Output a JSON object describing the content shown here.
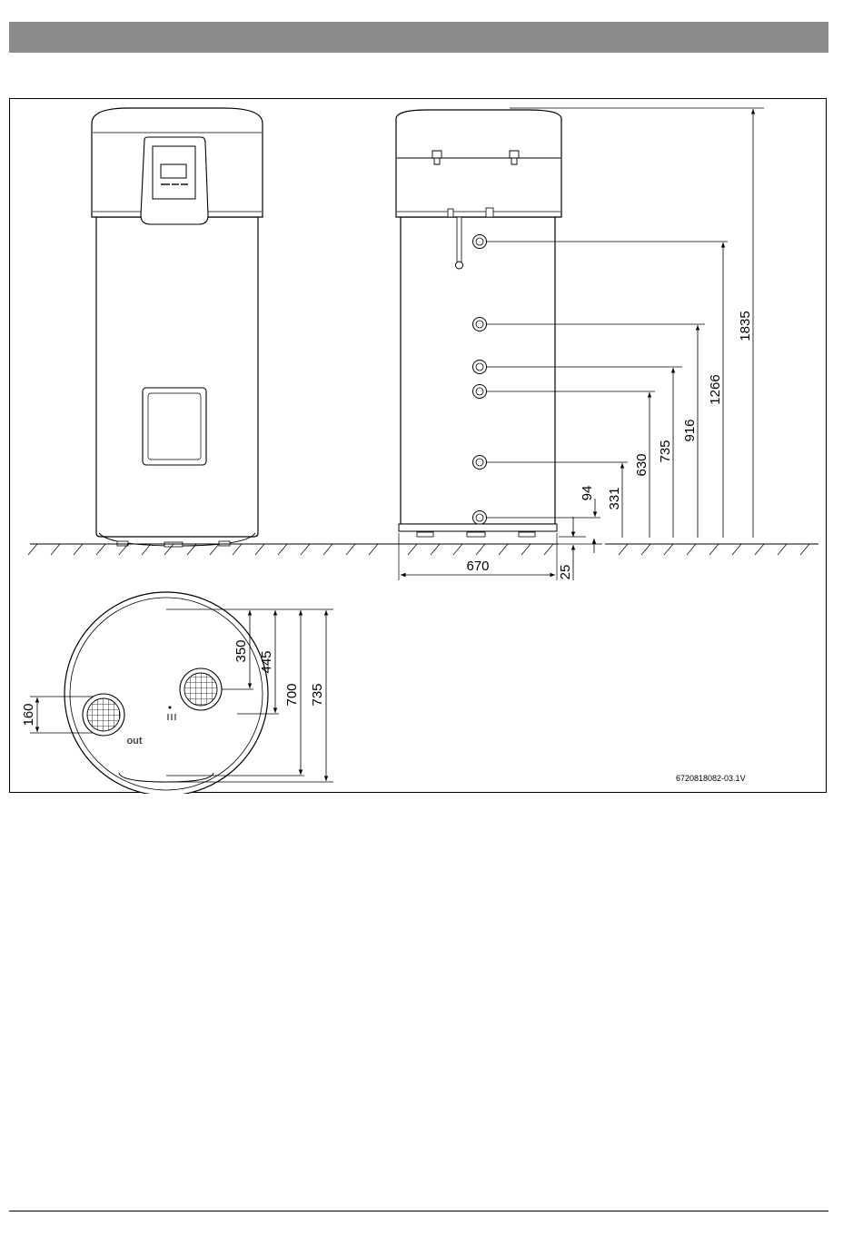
{
  "drawing": {
    "dimensions": {
      "height_1835": "1835",
      "height_1266": "1266",
      "height_916": "916",
      "height_735": "735",
      "height_630": "630",
      "height_331": "331",
      "height_94": "94",
      "width_670": "670",
      "foot_25": "25",
      "top_350": "350",
      "top_445": "445",
      "top_700": "700",
      "top_735": "735",
      "duct_160": "160"
    },
    "out_label": "out",
    "reference_code": "6720818082-03.1V"
  }
}
